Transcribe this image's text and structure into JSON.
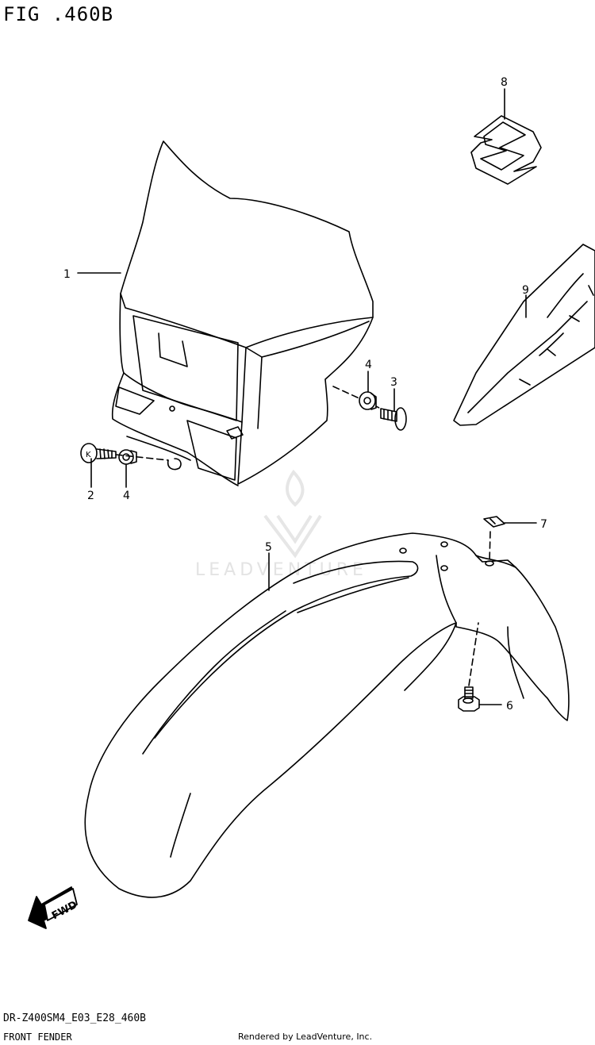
{
  "figure": {
    "title": "FIG .460B"
  },
  "watermark": {
    "text": "LEADVENTURE"
  },
  "callouts": [
    {
      "id": "callout-1",
      "label": "1"
    },
    {
      "id": "callout-2",
      "label": "2"
    },
    {
      "id": "callout-3",
      "label": "3"
    },
    {
      "id": "callout-4a",
      "label": "4"
    },
    {
      "id": "callout-4b",
      "label": "4"
    },
    {
      "id": "callout-5",
      "label": "5"
    },
    {
      "id": "callout-6",
      "label": "6"
    },
    {
      "id": "callout-7",
      "label": "7"
    },
    {
      "id": "callout-8",
      "label": "8"
    },
    {
      "id": "callout-9",
      "label": "9"
    }
  ],
  "fwd_label": "FWD",
  "footer": {
    "model_code": "DR-Z400SM4_E03_E28_460B",
    "section_name": "FRONT FENDER",
    "rendered_by": "Rendered by LeadVenture, Inc."
  }
}
